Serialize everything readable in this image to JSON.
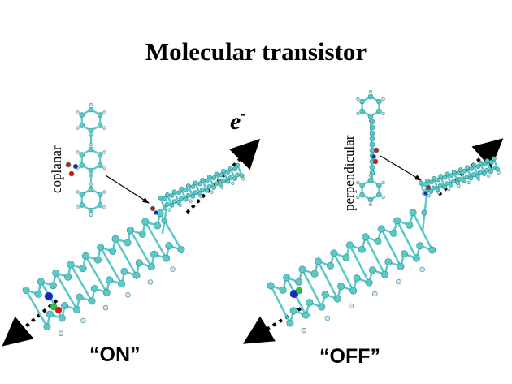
{
  "title": "Molecular transistor",
  "electron": {
    "symbol": "e",
    "charge": "-"
  },
  "labels": {
    "coplanar": "coplanar",
    "perpendicular": "perpendicular"
  },
  "states": {
    "on": "“ON”",
    "off": "“OFF”"
  },
  "colors": {
    "carbon": "#5cc8c8",
    "carbon_dark": "#2a8f8f",
    "hydrogen": "#e0e0e0",
    "oxygen": "#d01818",
    "nitrogen": "#1428c8",
    "sulfur": "#30c030"
  }
}
